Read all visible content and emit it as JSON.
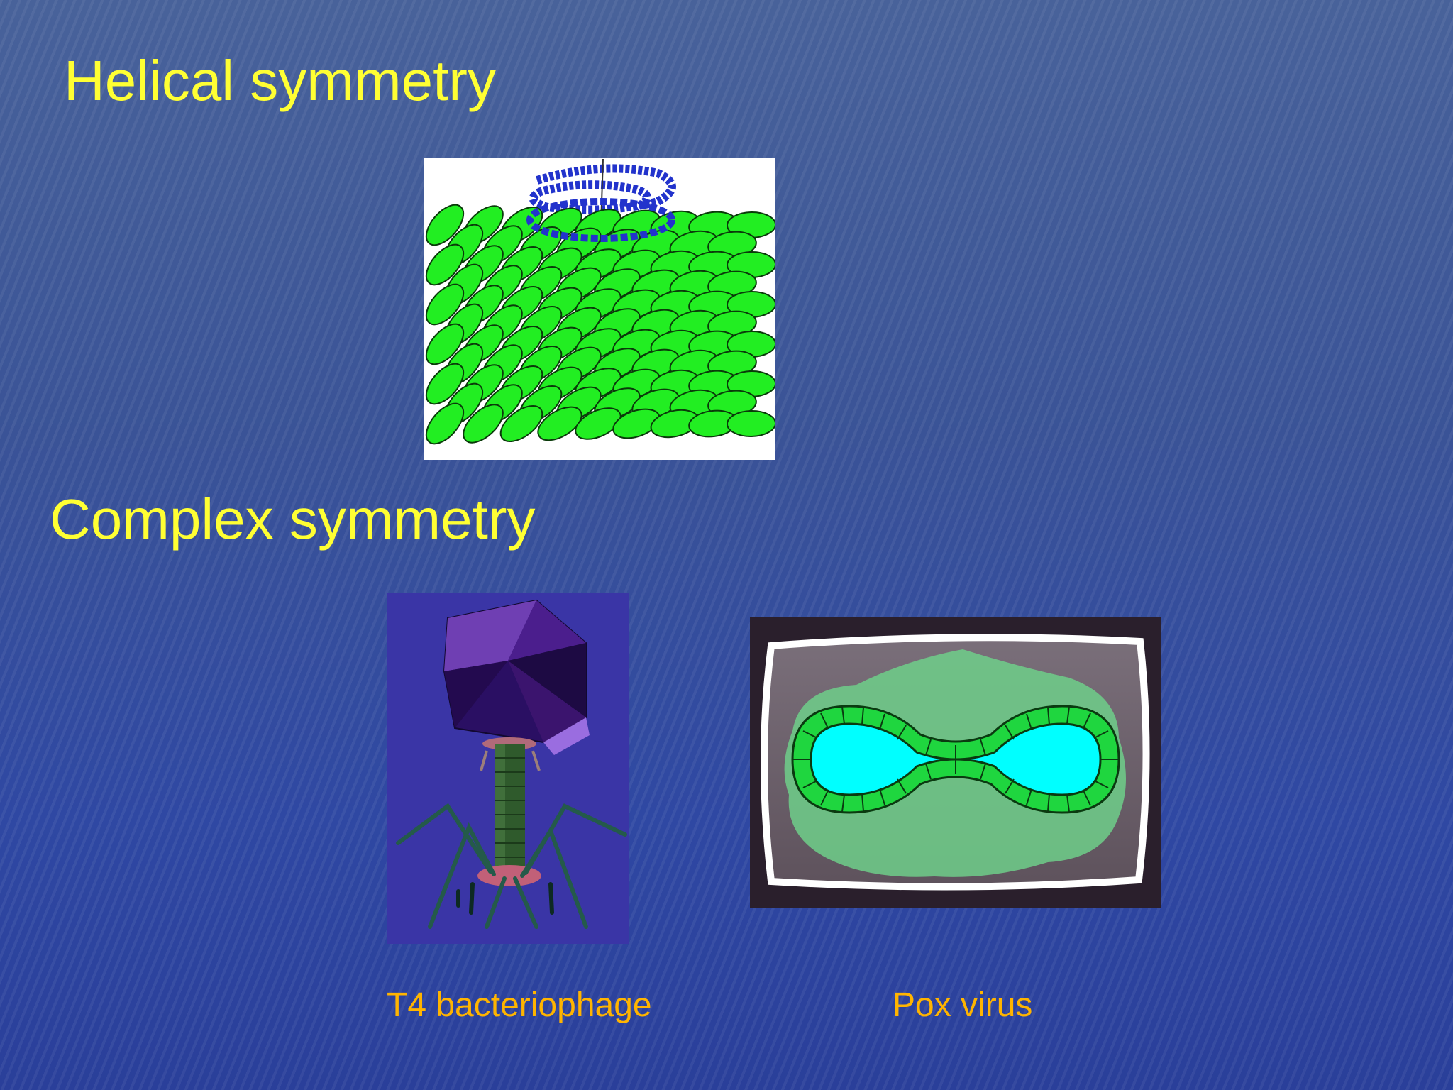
{
  "slide": {
    "title_helical": "Helical symmetry",
    "title_complex": "Complex symmetry",
    "caption_t4": "T4 bacteriophage",
    "caption_pox": "Pox virus"
  },
  "colors": {
    "title": "#ffff33",
    "caption": "#ffb400",
    "capsomere_green": "#22ee22",
    "nucleic_acid_blue": "#2233cc",
    "pox_core": "#00ffff"
  },
  "figures": {
    "helical": "helical-virus-illustration",
    "t4": "t4-bacteriophage-illustration",
    "pox": "pox-virus-illustration"
  }
}
